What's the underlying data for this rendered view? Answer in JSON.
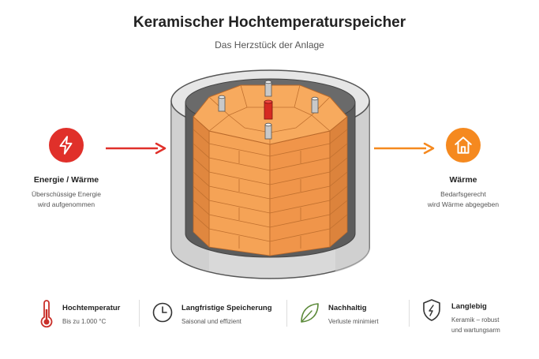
{
  "header": {
    "title": "Keramischer Hochtemperaturspeicher",
    "subtitle": "Das Herzstück der Anlage"
  },
  "left": {
    "icon": "lightning-bolt-icon",
    "color": "#e0302a",
    "title": "Energie / Wärme",
    "desc_line1": "Überschüssige Energie",
    "desc_line2": "wird aufgenommen"
  },
  "right": {
    "icon": "house-icon",
    "color": "#f5891f",
    "title": "Wärme",
    "desc_line1": "Bedarfsgerecht",
    "desc_line2": "wird Wärme abgegeben"
  },
  "features": [
    {
      "icon": "thermometer-icon",
      "title": "Hochtemperatur",
      "desc_line1": "Bis zu 1.000 °C",
      "desc_line2": ""
    },
    {
      "icon": "clock-icon",
      "title": "Langfristige Speicherung",
      "desc_line1": "Saisonal und effizient",
      "desc_line2": ""
    },
    {
      "icon": "leaf-icon",
      "title": "Nachhaltig",
      "desc_line1": "Verluste minimiert",
      "desc_line2": ""
    },
    {
      "icon": "shield-icon",
      "title": "Langlebig",
      "desc_line1": "Keramik – robust",
      "desc_line2": "und wartungsarm"
    }
  ],
  "colors": {
    "accent_red": "#e0302a",
    "accent_orange": "#f5891f",
    "ceramic": "#f4a153",
    "shell": "#d8d8d8"
  }
}
